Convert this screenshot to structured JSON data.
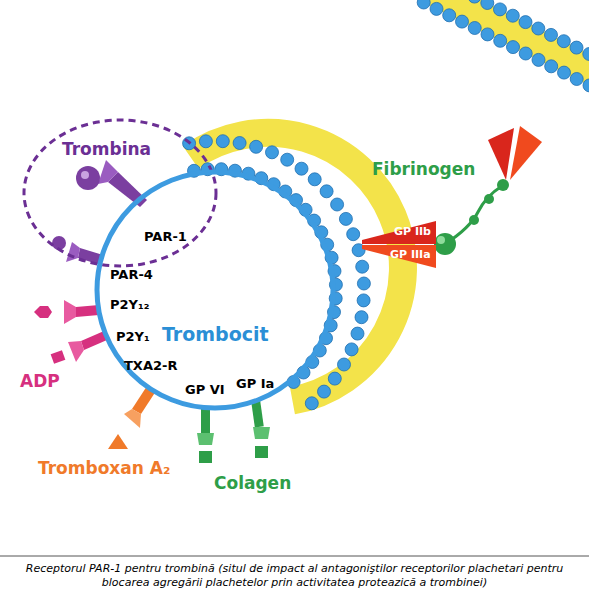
{
  "diagram": {
    "caption": "Receptorul PAR-1 pentru trombină (situl de impact al antagoniştilor receptorilor plachetari pentru blocarea agregării plachetelor prin activitatea proteazică a trombinei)",
    "nodes": [
      {
        "text": [
          "Trombina",
          "PAR-1"
        ]
      },
      {
        "text": [
          "Trombocit"
        ]
      },
      {
        "text": [
          "GP IIb"
        ]
      },
      {
        "text": [
          "GP IIIa"
        ]
      }
    ],
    "labels": [
      "PAR-4",
      "P2Y₁₂",
      "ADP",
      "P2Y₁",
      "TXA2-R",
      "Tromboxan A₂",
      "GP VI",
      "GP Ia",
      "Colagen",
      "Fibrinogen"
    ]
  }
}
